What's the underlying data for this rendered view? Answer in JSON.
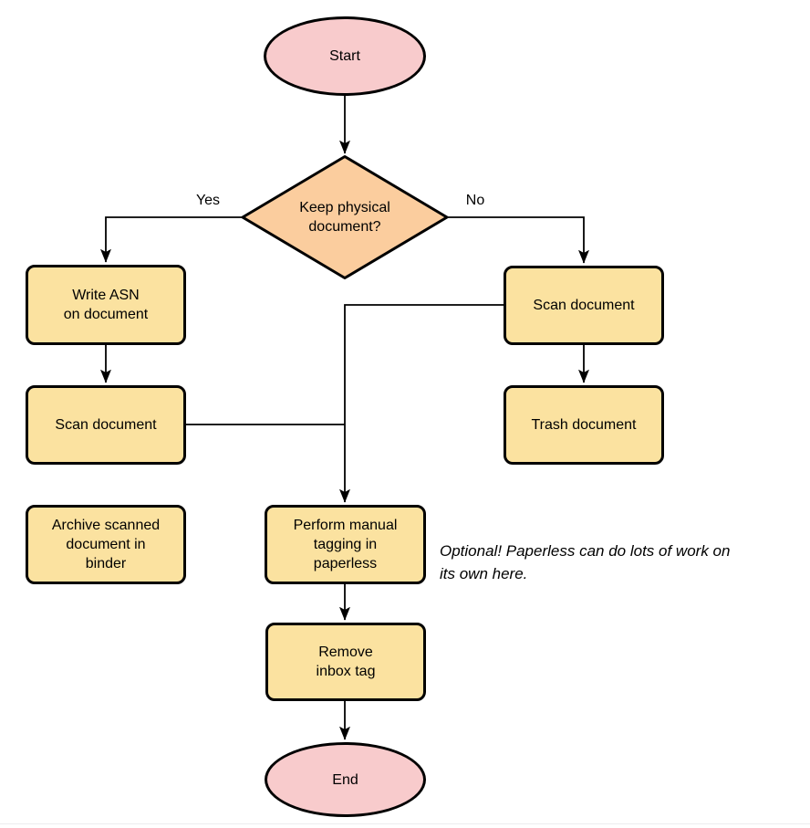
{
  "colors": {
    "terminal_fill": "#F8CBCC",
    "decision_fill": "#FBCD9E",
    "process_fill": "#FBE2A0",
    "stroke": "#000000"
  },
  "nodes": {
    "start": {
      "type": "terminal",
      "label": "Start"
    },
    "decision": {
      "type": "decision",
      "label": "Keep physical\ndocument?"
    },
    "write_asn": {
      "type": "process",
      "label": "Write ASN\non document"
    },
    "scan_left": {
      "type": "process",
      "label": "Scan document"
    },
    "archive": {
      "type": "process",
      "label": "Archive scanned\ndocument in\nbinder"
    },
    "scan_right": {
      "type": "process",
      "label": "Scan document"
    },
    "trash": {
      "type": "process",
      "label": "Trash document"
    },
    "tagging": {
      "type": "process",
      "label": "Perform manual\ntagging in\npaperless"
    },
    "remove_inbox": {
      "type": "process",
      "label": "Remove\ninbox tag"
    },
    "end": {
      "type": "terminal",
      "label": "End"
    }
  },
  "edge_labels": {
    "yes": "Yes",
    "no": "No"
  },
  "annotation": "Optional! Paperless can do lots of work on\nits own here."
}
